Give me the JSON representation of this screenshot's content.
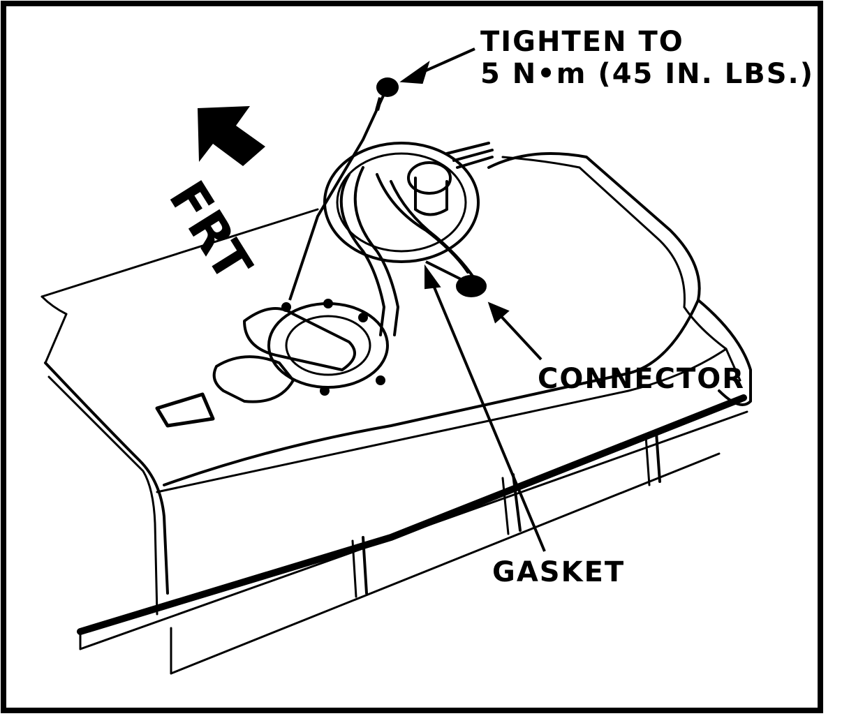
{
  "labels": {
    "tighten_line1": "TIGHTEN TO",
    "tighten_line2": "5 N•m (45 IN. LBS.)",
    "connector": "CONNECTOR",
    "gasket": "GASKET",
    "front": "FRT"
  }
}
